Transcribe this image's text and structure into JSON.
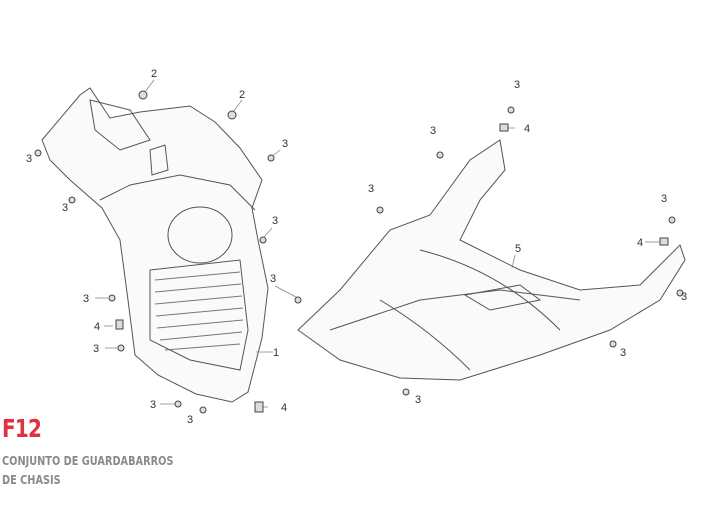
{
  "diagram": {
    "code": "F12",
    "title_line1": "CONJUNTO DE GUARDABARROS",
    "title_line2": "DE CHASIS",
    "accent_color": "#e0313f",
    "callouts": [
      "2",
      "2",
      "3",
      "3",
      "3",
      "3",
      "3",
      "3",
      "3",
      "3",
      "3",
      "3",
      "3",
      "3",
      "3",
      "3",
      "3",
      "3",
      "4",
      "4",
      "4",
      "4",
      "1",
      "5"
    ]
  }
}
